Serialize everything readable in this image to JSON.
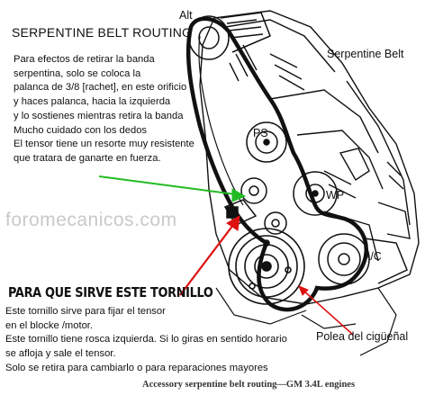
{
  "header": {
    "title": "SERPENTINE BELT ROUTING"
  },
  "labels": {
    "alt": "Alt",
    "serpentine_belt": "Serpentine Belt",
    "ps": "PS",
    "wp": "WP",
    "ac": "A/C",
    "crank_pulley": "Polea del cigüeñal"
  },
  "instructions_top": [
    "Para efectos de retirar la banda",
    "serpentina, solo se coloca la",
    "palanca de 3/8 [rachet], en este orificio",
    " y haces palanca, hacia la izquierda",
    "y lo sostienes mientras retira la banda",
    "Mucho cuidado con los dedos",
    "El tensor tiene un resorte  muy resistente",
    "que tratara de ganarte en fuerza."
  ],
  "watermark": "foromecanicos.com",
  "tornillo_heading": "PARA QUE SIRVE ESTE TORNILLO",
  "instructions_bottom": [
    "Este tornillo sirve para fijar el tensor",
    "en el blocke /motor.",
    "Este tornillo tiene rosca izquierda. Si lo giras en sentido horario",
    "se afloja y sale el tensor.",
    "Solo se retira para cambiarlo o para reparaciones mayores"
  ],
  "caption": "Accessory serpentine belt routing—GM 3.4L engines",
  "colors": {
    "green_arrow": "#22bb22",
    "red_arrow": "#dd1111",
    "ink": "#111111"
  }
}
